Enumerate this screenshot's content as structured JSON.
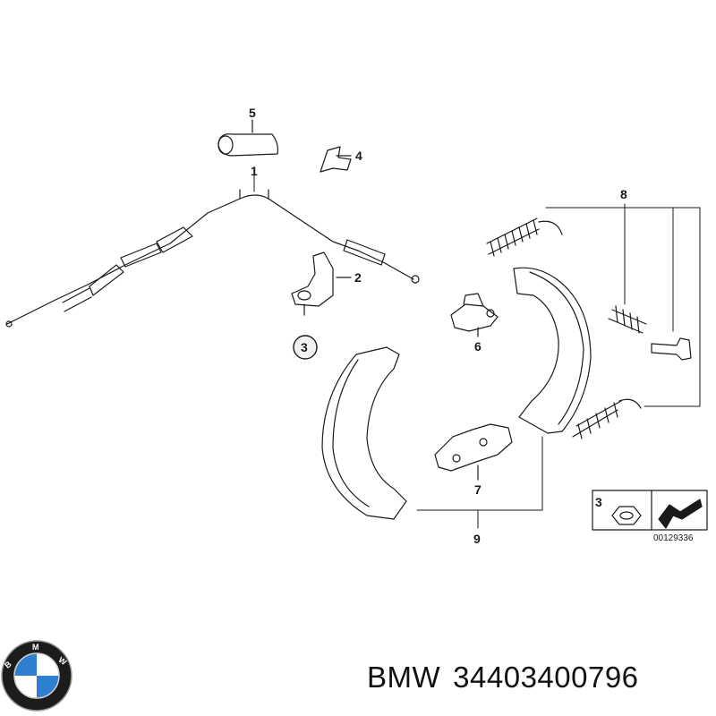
{
  "callouts": {
    "c1": "1",
    "c2": "2",
    "c3": "3",
    "c4": "4",
    "c5": "5",
    "c6": "6",
    "c7": "7",
    "c8": "8",
    "c9": "9"
  },
  "inset": {
    "number": "3",
    "code": "00129336"
  },
  "footer": {
    "brand": "BMW",
    "part_number": "34403400796"
  },
  "logo": {
    "lettering": "BMW",
    "colors": {
      "blue": "#2f7fd0",
      "white": "#ffffff",
      "ring": "#1c1c1c"
    }
  }
}
